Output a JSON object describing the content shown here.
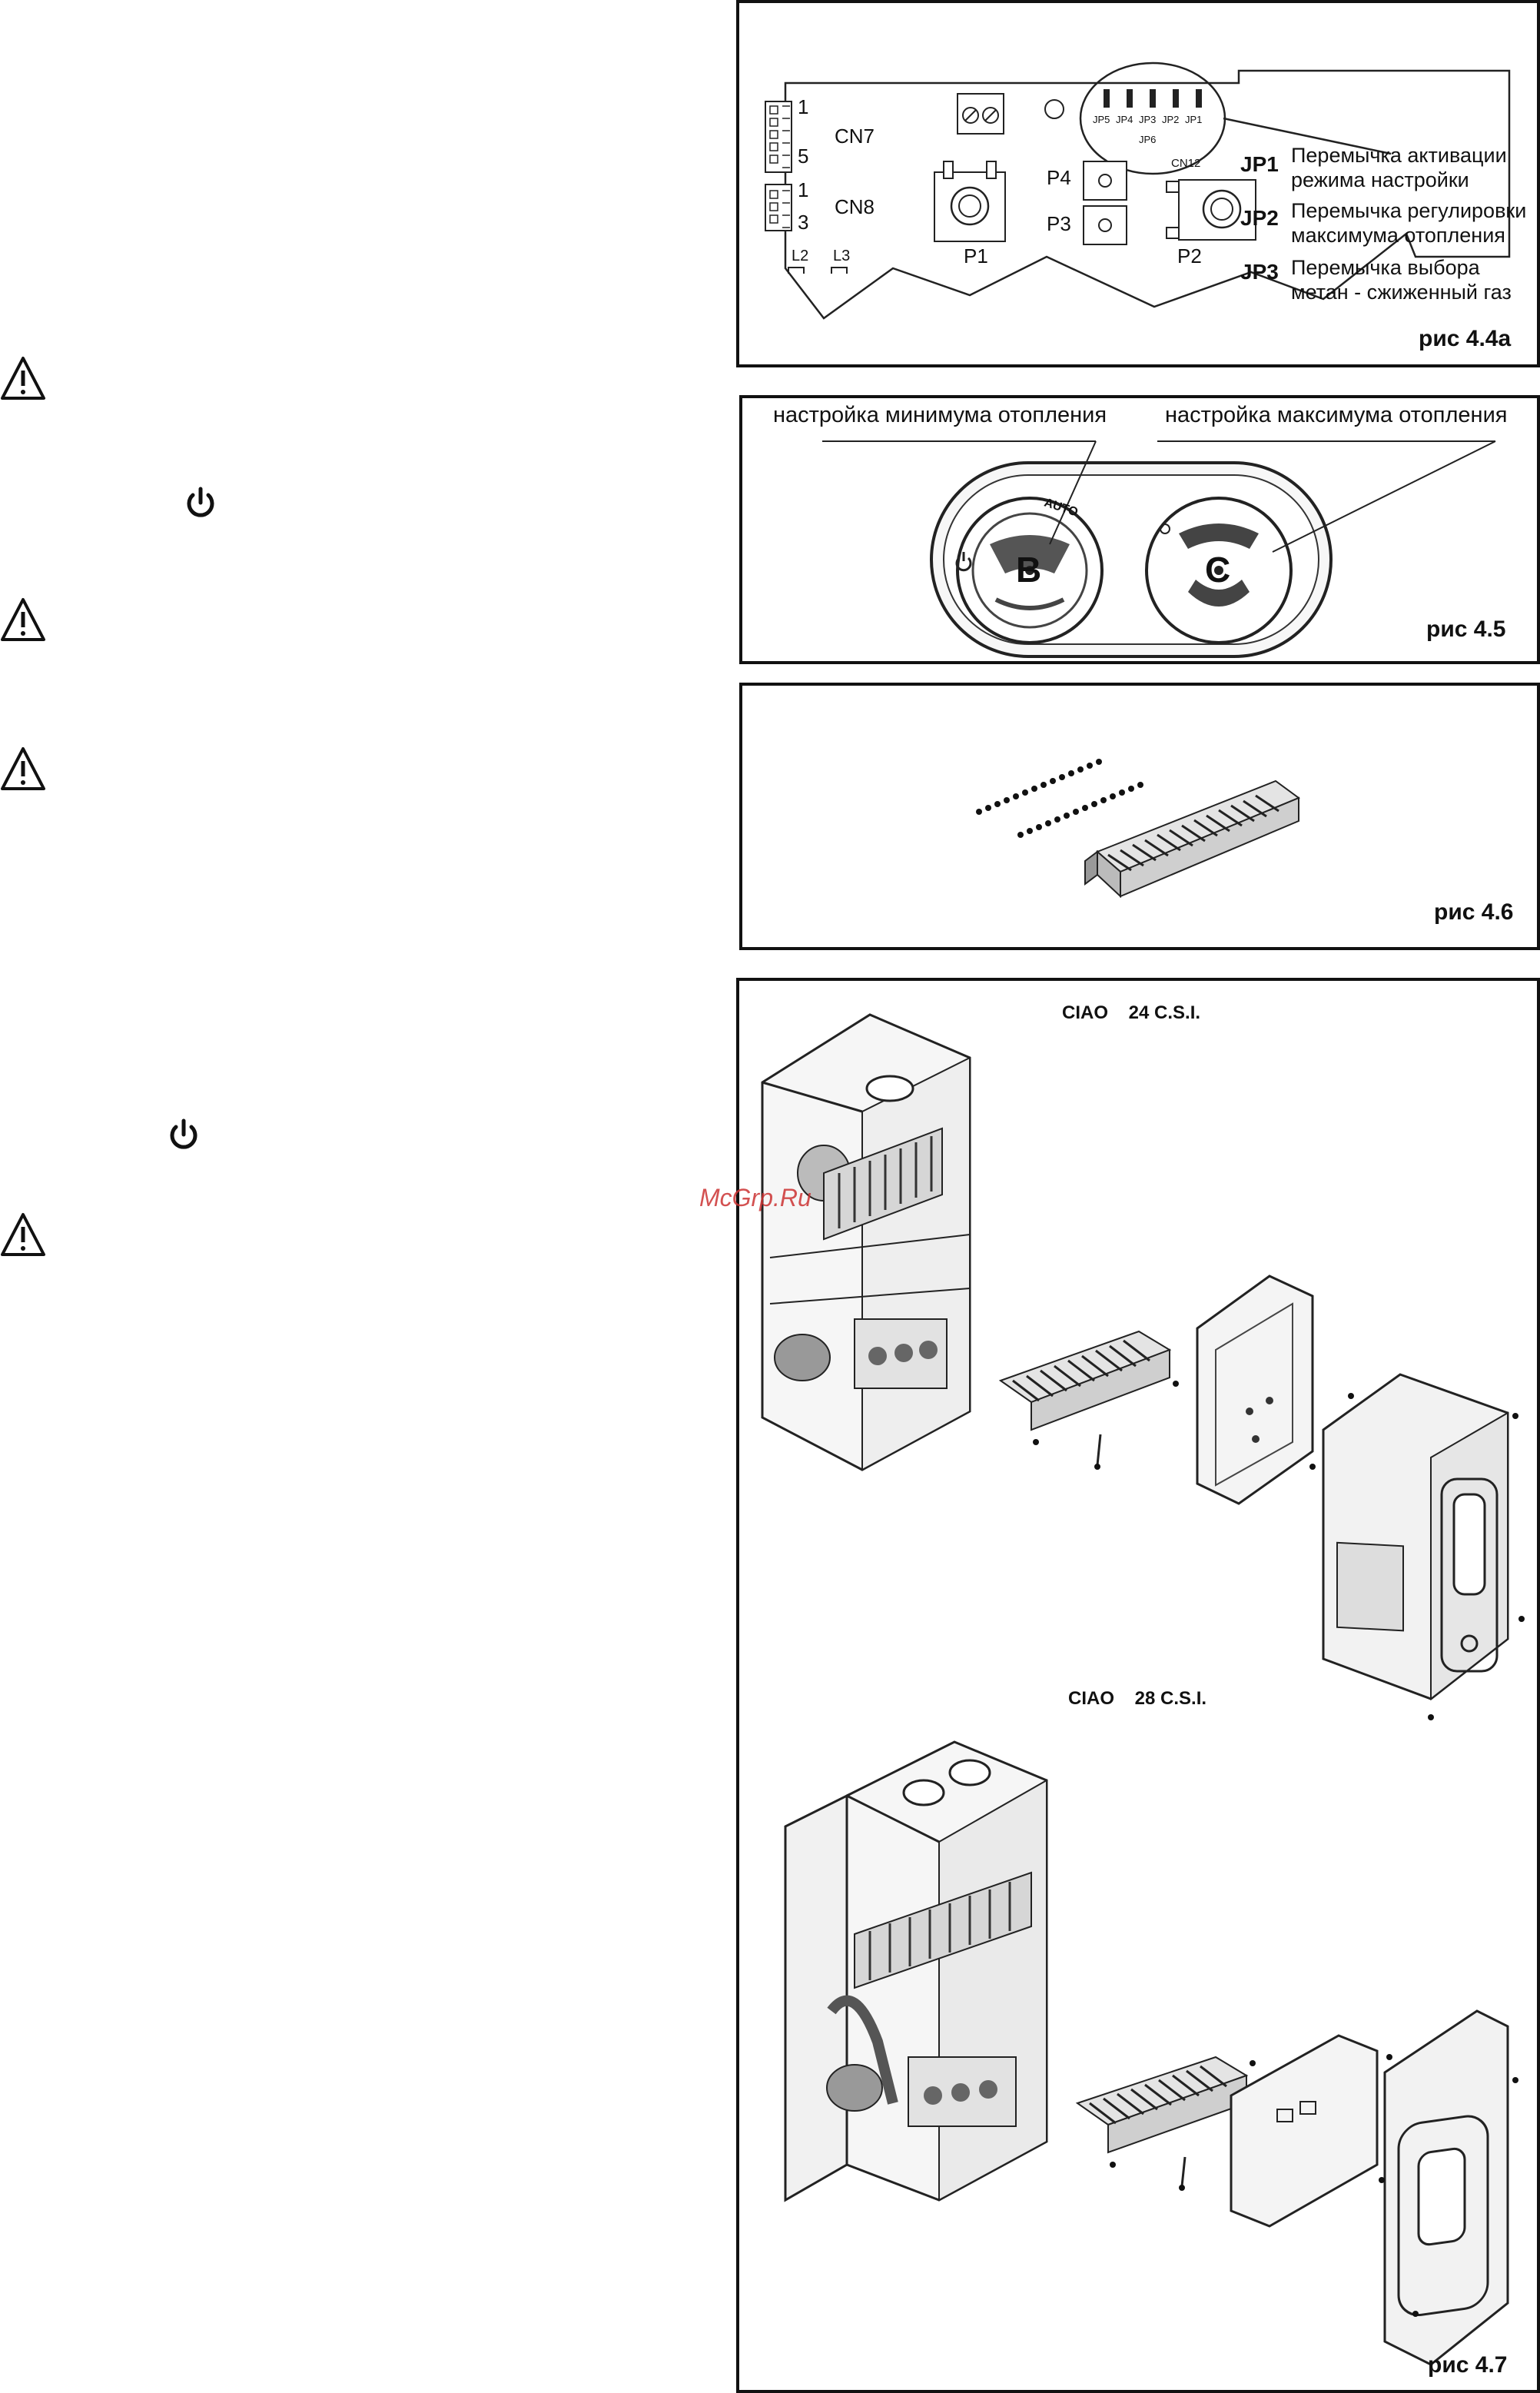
{
  "icons": {
    "warning": "warning-triangle-icon",
    "power": "power-icon"
  },
  "fig_4_4a": {
    "caption": "рис 4.4а",
    "connectors": {
      "cn7": "CN7",
      "cn8": "CN8",
      "cn12": "CN12",
      "cn7_pin_first": "1",
      "cn7_pin_last": "5",
      "cn8_pin_first": "1",
      "cn8_pin_last": "3"
    },
    "leds": {
      "l2": "L2",
      "l3": "L3"
    },
    "pots": {
      "p1": "P1",
      "p2": "P2",
      "p3": "P3",
      "p4": "P4"
    },
    "jumper_pins": [
      "JP5",
      "JP4",
      "JP3",
      "JP2",
      "JP1"
    ],
    "jumper_group": "JP6",
    "legend": [
      {
        "code": "JP1",
        "line1": "Перемычка активации",
        "line2": "режима настройки"
      },
      {
        "code": "JP2",
        "line1": "Перемычка регулировки",
        "line2": "максимума отопления"
      },
      {
        "code": "JP3",
        "line1": "Перемычка выбора",
        "line2": "метан - сжиженный газ"
      }
    ]
  },
  "fig_4_5": {
    "caption": "рис 4.5",
    "label_min": "настройка минимума отопления",
    "label_max": "настройка максимума отопления",
    "knob_b": "B",
    "knob_c": "C",
    "dial_text": "AUTO"
  },
  "fig_4_6": {
    "caption": "рис 4.6"
  },
  "fig_4_7": {
    "caption": "рис 4.7",
    "model_24": "CIAO    24 C.S.I.",
    "model_28": "CIAO    28 C.S.I."
  },
  "watermark": "McGrp.Ru"
}
